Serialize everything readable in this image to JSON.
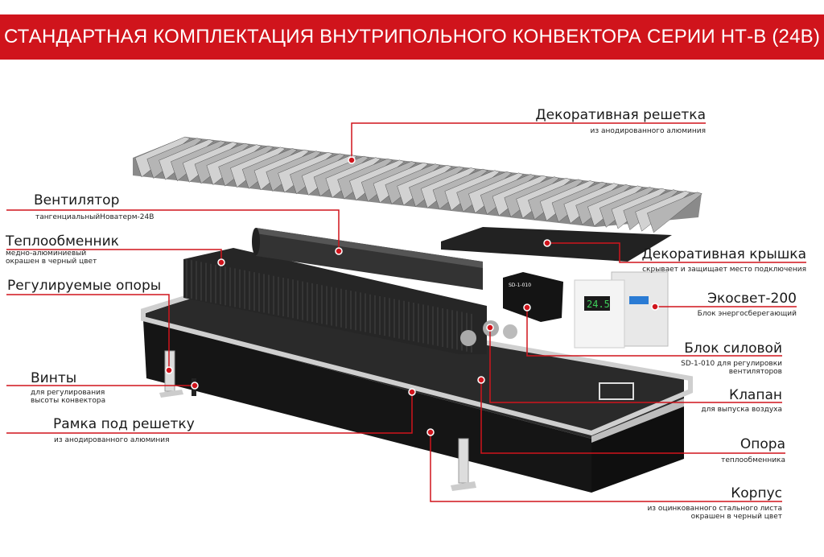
{
  "title": "СТАНДАРТНАЯ КОМПЛЕКТАЦИЯ ВНУТРИПОЛЬНОГО КОНВЕКТОРА СЕРИИ НТ-В (24В)",
  "colors": {
    "accent": "#d0141c",
    "body": "#1b1b1b",
    "frame": "#c8c8c8"
  },
  "callouts": {
    "grille": {
      "title": "Декоративная решетка",
      "sub": "из анодированного алюминия"
    },
    "fan": {
      "title": "Вентилятор",
      "sub": "тангенциальныйНоватерм-24В"
    },
    "exchanger": {
      "title": "Теплообменник",
      "sub1": "медно-алюминиевый",
      "sub2": "окрашен в черный цвет"
    },
    "legs": {
      "title": "Регулируемые опоры"
    },
    "screws": {
      "title": "Винты",
      "sub1": "для регулирования",
      "sub2": "высоты конвектора"
    },
    "frame": {
      "title": "Рамка под решетку",
      "sub": "из анодированного алюминия"
    },
    "cover": {
      "title": "Декоративная крышка",
      "sub": "скрывает и защищает место подключения"
    },
    "ecosvet": {
      "title": "Экосвет-200",
      "sub": "Блок энергосберегающий"
    },
    "power": {
      "title": "Блок силовой",
      "sub1": "SD-1-010 для регулировки",
      "sub2": "вентиляторов"
    },
    "valve": {
      "title": "Клапан",
      "sub": "для выпуска воздуха"
    },
    "support": {
      "title": "Опора",
      "sub": "теплообменника"
    },
    "case": {
      "title": "Корпус",
      "sub1": "из оцинкованного стального листа",
      "sub2": "окрашен в черный цвет"
    }
  },
  "thermostat_display": "24.5",
  "power_unit_label": "SD-1-010"
}
